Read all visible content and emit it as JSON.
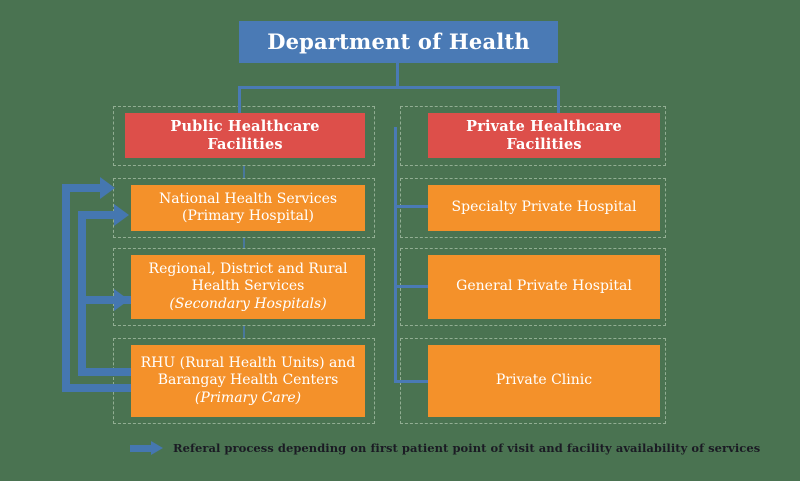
{
  "diagram": {
    "title": "Department of Health",
    "root": {
      "label": "Department of Health"
    },
    "branches": [
      {
        "id": "public",
        "header": "Public Healthcare Facilities",
        "nodes": [
          {
            "line1": "National Health Services",
            "line2": "(Primary Hospital)",
            "line2_italic": false,
            "line3": ""
          },
          {
            "line1": "Regional, District and Rural",
            "line2": "Health Services",
            "line3": "(Secondary Hospitals)",
            "line3_italic": true
          },
          {
            "line1": "RHU (Rural Health Units) and",
            "line2": "Barangay Health Centers",
            "line3": "(Primary Care)",
            "line3_italic": true
          }
        ]
      },
      {
        "id": "private",
        "header": "Private Healthcare Facilities",
        "nodes": [
          {
            "line1": "Specialty Private Hospital",
            "line2": "",
            "line3": ""
          },
          {
            "line1": "General Private Hospital",
            "line2": "",
            "line3": ""
          },
          {
            "line1": "Private Clinic",
            "line2": "",
            "line3": ""
          }
        ]
      }
    ],
    "legend": {
      "icon": "right-arrow-icon",
      "text": "Referal process depending on first patient point of visit and facility availability of services"
    },
    "colors": {
      "background": "#4a7351",
      "root_box": "#4a7ab5",
      "header_box": "#dd4f4a",
      "node_box": "#f4912a",
      "connector": "#4a7ab5",
      "referral_arrow": "#4577b0",
      "group_border": "#9fb99f",
      "box_text": "#ffffff",
      "legend_text": "#1b1b24"
    }
  }
}
